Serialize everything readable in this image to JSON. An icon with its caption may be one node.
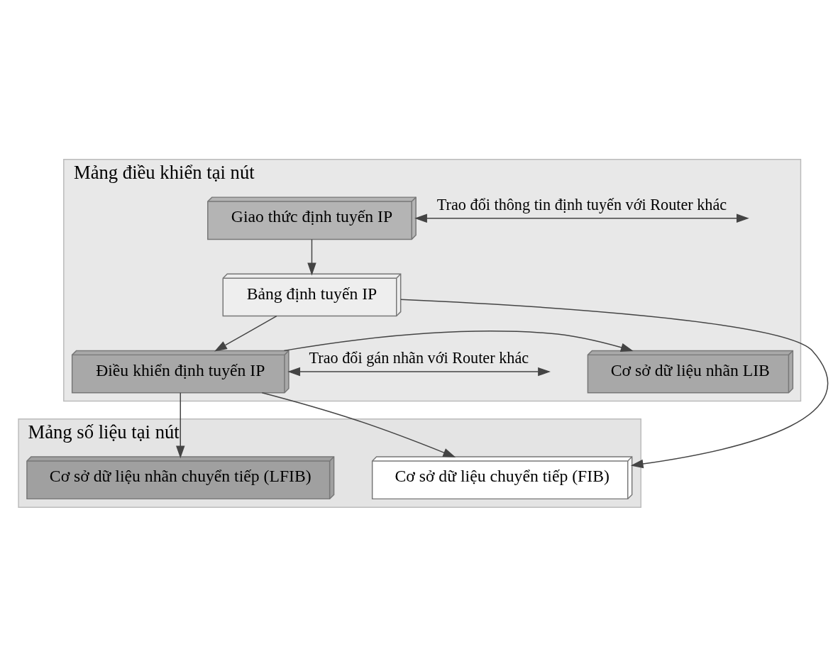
{
  "diagram": {
    "nodes": [
      {
        "text": [
          "Mảng điều khiển tại nút"
        ]
      },
      {
        "text": [
          "Giao thức định tuyến IP"
        ],
        "in": 0
      },
      {
        "text": [
          "Bảng định tuyến IP"
        ],
        "in": 0
      },
      {
        "text": [
          "Cơ sở dữ liệu nhãn LIB"
        ],
        "in": 0
      },
      {
        "text": [
          "Điều khiển định tuyến IP"
        ],
        "in": 0
      },
      {
        "text": [
          "Mảng số liệu tại nút"
        ]
      },
      {
        "text": [
          "Cơ sở dữ liệu chuyển tiếp (FIB)"
        ],
        "in": 5
      },
      {
        "text": [
          "Cơ sở dữ liệu nhãn chuyển tiếp (LFIB)"
        ],
        "in": 5
      }
    ],
    "edges": [
      {
        "from": 1,
        "to": 2,
        "arrow": "to"
      },
      {
        "from": 2,
        "to": 4,
        "arrow": "to"
      },
      {
        "from": 4,
        "to": 3,
        "arrow": "to"
      },
      {
        "from": 4,
        "to": 6,
        "arrow": "to"
      },
      {
        "from": 2,
        "to": 6,
        "arrow": "to"
      },
      {
        "from": 4,
        "to": 7,
        "arrow": "to"
      },
      {
        "from": 1,
        "to": null,
        "arrow": "both",
        "label": "Trao đổi thông tin định tuyến với Router khác"
      },
      {
        "from": 4,
        "to": null,
        "arrow": "both",
        "label": "Trao đổi gán nhãn với Router khác"
      }
    ]
  }
}
